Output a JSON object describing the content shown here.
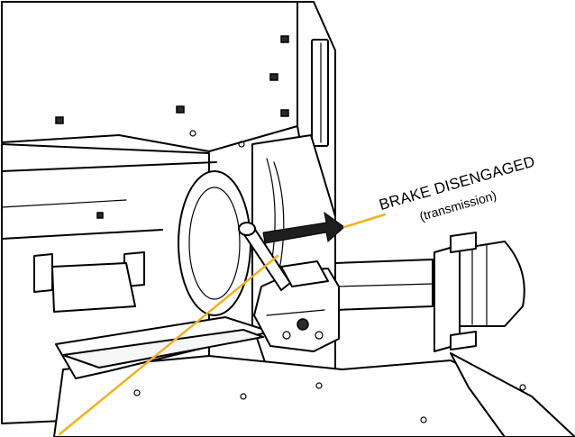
{
  "callout": {
    "title": "BRAKE DISENGAGED",
    "subtitle": "(transmission)"
  },
  "colors": {
    "leader_line": "#f2b21b",
    "arrow": "#1e1e1e",
    "outline": "#000000",
    "background": "#ffffff"
  },
  "icons": {
    "direction_arrow": "right-arrow",
    "brake_lever": "lever-handle"
  }
}
